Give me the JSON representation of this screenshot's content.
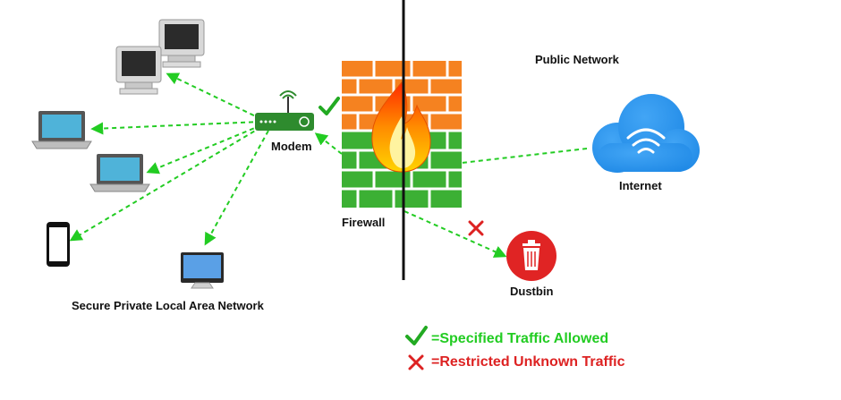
{
  "labels": {
    "public_network": "Public Network",
    "modem": "Modem",
    "firewall": "Firewall",
    "internet": "Internet",
    "dustbin": "Dustbin",
    "lan": "Secure Private Local Area Network"
  },
  "legend": {
    "allowed": "=Specified Traffic Allowed",
    "restricted": "=Restricted Unknown Traffic"
  },
  "colors": {
    "allowed": "#22cc22",
    "restricted": "#dd2222",
    "brick_orange": "#f58220",
    "brick_green": "#3cb034",
    "cloud": "#2196f3",
    "router": "#2e8b2e",
    "dustbin": "#e02424"
  },
  "icons": {
    "desktops": "desktop-computer-icon",
    "laptops": "laptop-icon",
    "phone": "smartphone-icon",
    "imac": "monitor-icon",
    "modem": "router-icon",
    "firewall": "firewall-icon",
    "cloud": "cloud-icon",
    "dustbin": "trash-icon",
    "allowed": "checkmark-icon",
    "restricted": "x-mark-icon"
  }
}
